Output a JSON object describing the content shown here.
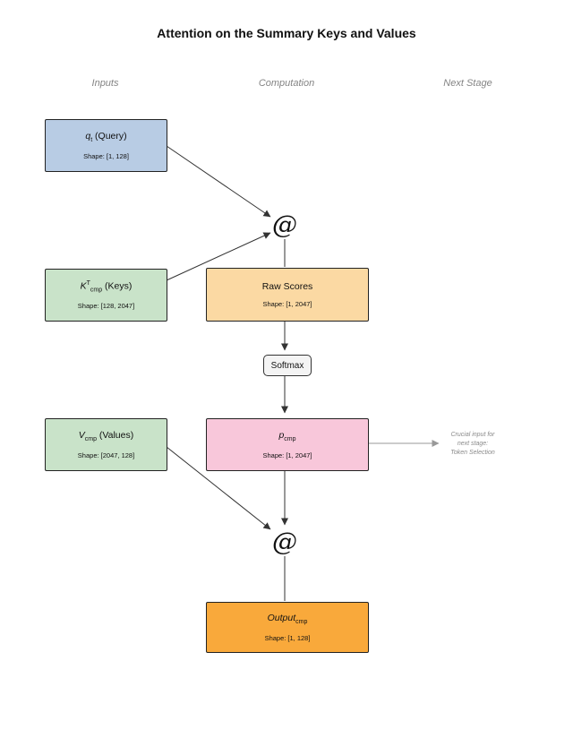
{
  "title": "Attention on the Summary Keys and Values",
  "columns": [
    {
      "label": "Inputs"
    },
    {
      "label": "Computation"
    },
    {
      "label": "Next Stage"
    }
  ],
  "nodes": {
    "query": {
      "base": "q",
      "sub": "t",
      "rest": " (Query)",
      "shape": "Shape: [1, 128]"
    },
    "keys": {
      "base": "K",
      "sup": "T",
      "sub": "cmp",
      "rest": " (Keys)",
      "shape": "Shape: [128, 2047]"
    },
    "raw_scores": {
      "label": "Raw Scores",
      "shape": "Shape: [1, 2047]"
    },
    "softmax": {
      "label": "Softmax"
    },
    "values": {
      "base": "V",
      "sub": "cmp",
      "rest": " (Values)",
      "shape": "Shape: [2047, 128]"
    },
    "p_cmp": {
      "base": "p",
      "sub": "cmp",
      "shape": "Shape: [1, 2047]"
    },
    "output": {
      "base": "Output",
      "sub": "cmp",
      "shape": "Shape: [1, 128]"
    },
    "matmul1": {
      "symbol": "@"
    },
    "matmul2": {
      "symbol": "@"
    }
  },
  "annotation": {
    "lines": [
      "Crucial input for",
      "next stage:",
      "Token Selection"
    ]
  },
  "colors": {
    "query_fill": "#b8cce4",
    "keys_values_fill": "#c9e3c9",
    "raw_scores_fill": "#fbd9a3",
    "p_fill": "#f8c7da",
    "output_fill": "#f9a93b",
    "edge": "#333333",
    "edge_gray": "#999999",
    "header_gray": "#848484"
  }
}
